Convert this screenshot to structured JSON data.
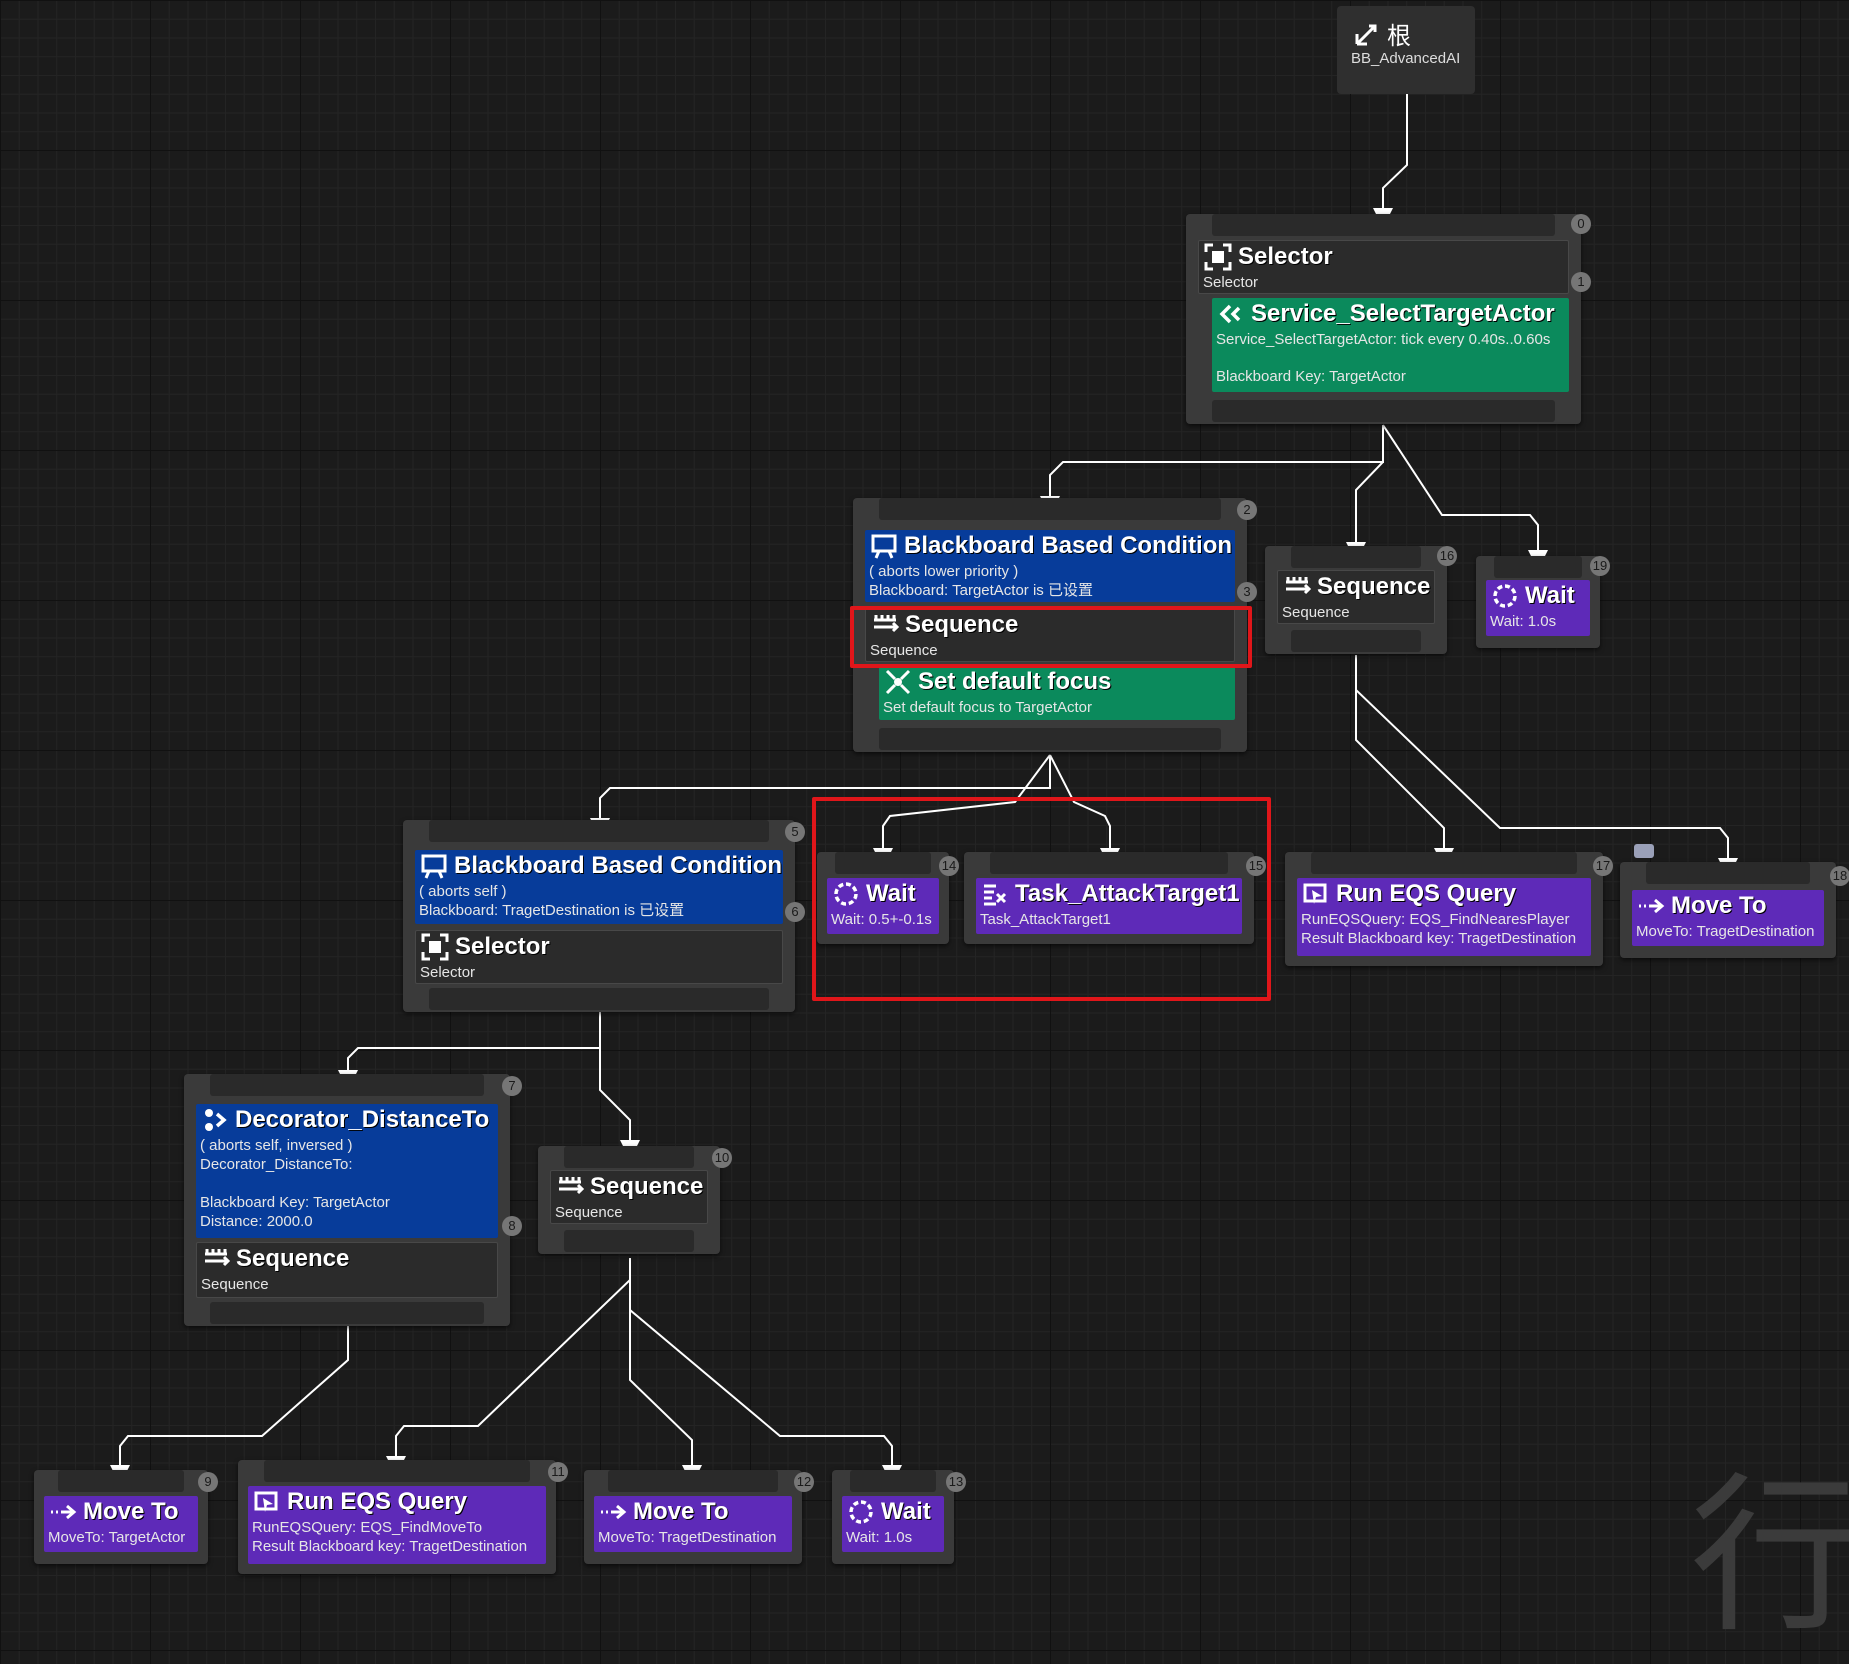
{
  "root": {
    "title": "根",
    "subtitle": "BB_AdvancedAI"
  },
  "nodes": {
    "selector_top": {
      "badge_top": "0",
      "badge_mid": "1",
      "title": "Selector",
      "subtitle": "Selector",
      "service_title": "Service_SelectTargetActor",
      "service_line1": "Service_SelectTargetActor: tick every 0.40s..0.60s",
      "service_line2": "Blackboard Key: TargetActor"
    },
    "bb_condition_sequence": {
      "badge_top": "2",
      "badge_mid": "3",
      "cond_title": "Blackboard Based Condition",
      "cond_line1": "( aborts lower priority )",
      "cond_line2": "Blackboard: TargetActor is 已设置",
      "title": "Sequence",
      "subtitle": "Sequence",
      "focus_title": "Set default focus",
      "focus_line": "Set default focus to TargetActor"
    },
    "sequence_16": {
      "badge": "16",
      "title": "Sequence",
      "subtitle": "Sequence"
    },
    "wait_19": {
      "badge": "19",
      "title": "Wait",
      "subtitle": "Wait: 1.0s"
    },
    "bb_condition_selector": {
      "badge_top": "5",
      "badge_mid": "6",
      "cond_title": "Blackboard Based Condition",
      "cond_line1": "( aborts self )",
      "cond_line2": "Blackboard: TragetDestination is 已设置",
      "title": "Selector",
      "subtitle": "Selector"
    },
    "wait_14": {
      "badge": "14",
      "title": "Wait",
      "subtitle": "Wait: 0.5+-0.1s"
    },
    "attack_15": {
      "badge": "15",
      "title": "Task_AttackTarget1",
      "subtitle": "Task_AttackTarget1"
    },
    "eqs_17": {
      "badge": "17",
      "title": "Run EQS Query",
      "line1": "RunEQSQuery: EQS_FindNearesPlayer",
      "line2": "Result Blackboard key: TragetDestination"
    },
    "moveto_18": {
      "badge": "18",
      "title": "Move To",
      "subtitle": "MoveTo: TragetDestination"
    },
    "distance_sequence": {
      "badge_top": "7",
      "badge_mid": "8",
      "cond_title": "Decorator_DistanceTo",
      "cond_line1": "( aborts self, inversed )",
      "cond_line2": "Decorator_DistanceTo:",
      "cond_line3": "Blackboard Key: TargetActor",
      "cond_line4": "Distance: 2000.0",
      "title": "Sequence",
      "subtitle": "Sequence"
    },
    "sequence_10": {
      "badge": "10",
      "title": "Sequence",
      "subtitle": "Sequence"
    },
    "moveto_9": {
      "badge": "9",
      "title": "Move To",
      "subtitle": "MoveTo: TargetActor"
    },
    "eqs_11": {
      "badge": "11",
      "title": "Run EQS Query",
      "line1": "RunEQSQuery: EQS_FindMoveTo",
      "line2": "Result Blackboard key: TragetDestination"
    },
    "moveto_12": {
      "badge": "12",
      "title": "Move To",
      "subtitle": "MoveTo: TragetDestination"
    },
    "wait_13": {
      "badge": "13",
      "title": "Wait",
      "subtitle": "Wait: 1.0s"
    }
  },
  "watermark": "行",
  "icons": [
    "root-icon",
    "selector-icon",
    "service-icon",
    "blackboard-icon",
    "sequence-icon",
    "focus-icon",
    "wait-icon",
    "task-icon",
    "eqs-icon",
    "moveto-icon",
    "decorator-icon"
  ],
  "colors": {
    "composite": "#2b2b2b",
    "decorator": "#073c9a",
    "service": "#0b8a5c",
    "task": "#5e2ab8",
    "highlight": "#e0161a",
    "wire": "#ffffff"
  }
}
